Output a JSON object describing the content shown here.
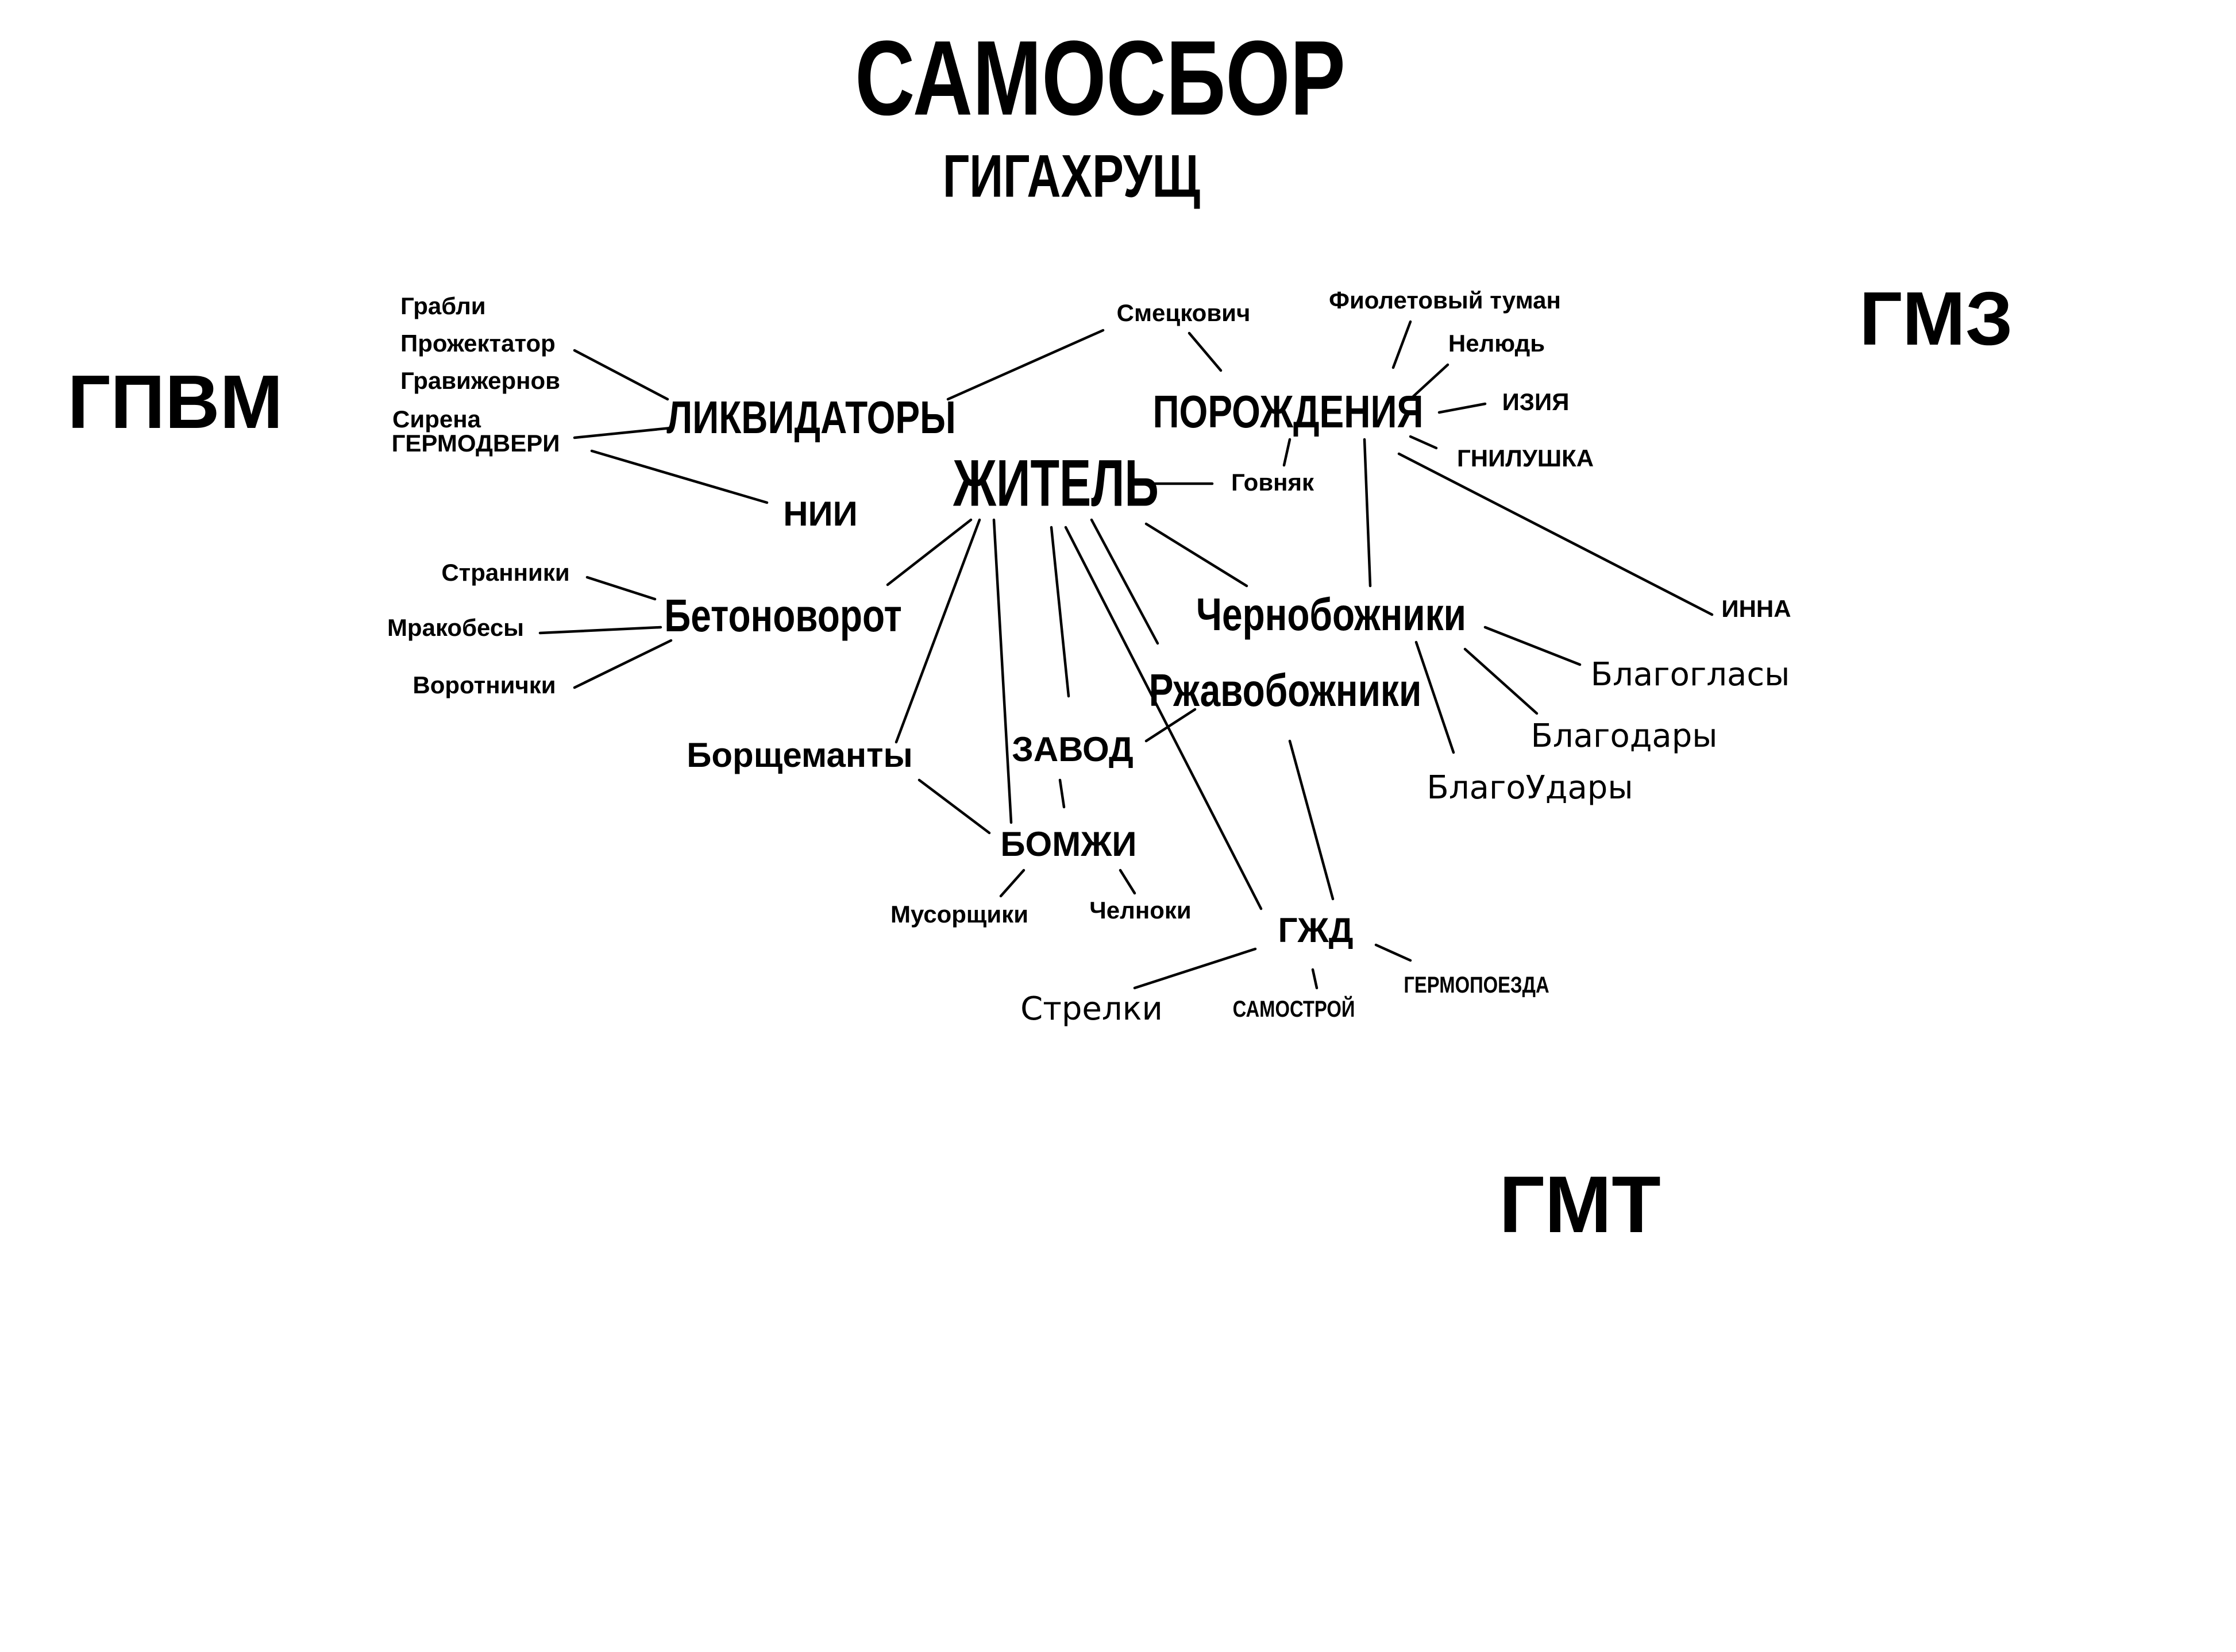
{
  "title": "САМОСБОР",
  "subtitle": "ГИГАХРУЩ",
  "regions": {
    "left": "ГПВМ",
    "top_right": "ГМЗ",
    "bottom": "ГМТ"
  },
  "nodes": {
    "zhitel": "ЖИТЕЛЬ",
    "likvidatory": "ЛИКВИДАТОРЫ",
    "porozhdeniya": "ПОРОЖДЕНИЯ",
    "nii": "НИИ",
    "betonovorot": "Бетоноворот",
    "chernobozhniki": "Чернобожники",
    "rzhavobozhniki": "Ржавобожники",
    "zavod": "ЗАВОД",
    "borshchemanty": "Борщеманты",
    "bomzhi": "БОМЖИ",
    "gzhd": "ГЖД",
    "smetskovich": "Смецкович",
    "govnyak": "Говняк",
    "fioletovy_tuman": "Фиолетовый туман",
    "nelyud": "Нелюдь",
    "iziya": "ИЗИЯ",
    "gnilushka": "ГНИЛУШКА",
    "inna": "ИННА",
    "grabli": "Грабли",
    "prozhektator": "Прожектатор",
    "gravizhernov": "Гравижернов",
    "sirena": "Сирена",
    "germodveri": "ГЕРМОДВЕРИ",
    "stranniki": "Странники",
    "mrakobesy": "Мракобесы",
    "vorotnichki": "Воротнички",
    "blagoglasy": "Благогласы",
    "blagodary": "Благодары",
    "blagoudary": "БлагоУдары",
    "musorshchiki": "Мусорщики",
    "chelnoki": "Челноки",
    "strelki": "Стрелки",
    "samostroy": "САМОСТРОЙ",
    "germopoezda": "ГЕРМОПОЕЗДА"
  }
}
